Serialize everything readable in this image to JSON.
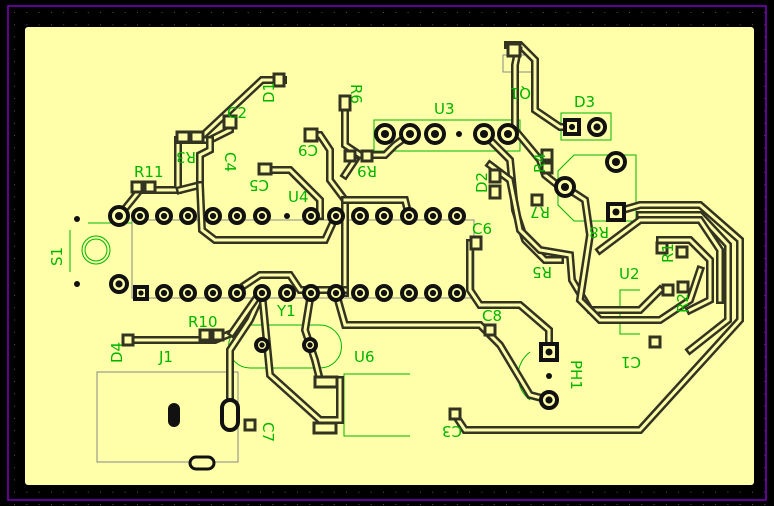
{
  "board": {
    "background_color": "#000000",
    "board_color": "#ffffaa",
    "edge_color": "#8000c0",
    "trace_color": "#333322",
    "silk_color": "#00b400"
  },
  "labels": {
    "D1": "D1",
    "C2": "C2",
    "R3": "R3",
    "C4": "C4",
    "R11": "R11",
    "C5": "C5",
    "U4": "U4",
    "C9": "C9",
    "R6": "R6",
    "R9": "R9",
    "U3": "U3",
    "Q1": "Q1",
    "D3": "D3",
    "D2": "D2",
    "R4": "R4",
    "R7": "R7",
    "R5": "R5",
    "R8": "R8",
    "C6": "C6",
    "R1": "R1",
    "U2": "U2",
    "R2": "R2",
    "C1": "C1",
    "S1": "S1",
    "R10": "R10",
    "Y1": "Y1",
    "C8": "C8",
    "D4": "D4",
    "J1": "J1",
    "U6": "U6",
    "PH1": "PH1",
    "C3": "C3",
    "C7": "C7"
  }
}
